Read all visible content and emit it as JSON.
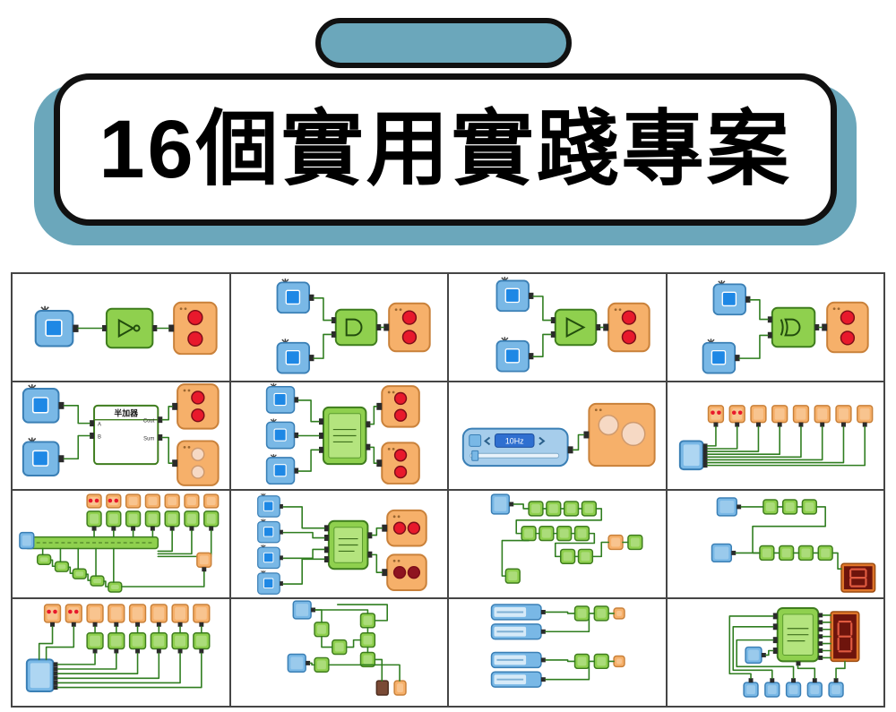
{
  "banner": {
    "title": "16個實用實踐專案"
  },
  "labels": {
    "half_adder": "半加器",
    "freq_value": "10Hz",
    "pin_a": "A",
    "pin_b": "B",
    "pin_cout": "Cout",
    "pin_sum": "Sum"
  },
  "colors": {
    "banner_bg": "#6ba7bb",
    "banner_border": "#111111",
    "grid_line": "#454545",
    "blue": "#79b8e6",
    "blue_stroke": "#3a7fb5",
    "inner_blue": "#1e88e5",
    "green": "#8fd04e",
    "green_stroke": "#3f7d1e",
    "orange": "#f6b06a",
    "orange_stroke": "#c9813a",
    "red": "#e8192c",
    "red_dark": "#8f1420",
    "led_off": "#f6d9c4",
    "wire": "#2f7d1f",
    "pin": "#2b2b2b"
  },
  "grid": {
    "cells": [
      {
        "name": "not-gate-circuit"
      },
      {
        "name": "and-gate-circuit"
      },
      {
        "name": "or-gate-circuit"
      },
      {
        "name": "xor-gate-circuit"
      },
      {
        "name": "half-adder-circuit"
      },
      {
        "name": "full-adder-circuit"
      },
      {
        "name": "clock-generator-circuit"
      },
      {
        "name": "led-bar-circuit"
      },
      {
        "name": "multiplexer-circuit"
      },
      {
        "name": "encoder-circuit"
      },
      {
        "name": "logic-network-circuit"
      },
      {
        "name": "display-driver-circuit"
      },
      {
        "name": "led-bus-circuit"
      },
      {
        "name": "sequential-logic-circuit"
      },
      {
        "name": "module-link-circuit"
      },
      {
        "name": "seven-segment-display-circuit"
      }
    ]
  }
}
